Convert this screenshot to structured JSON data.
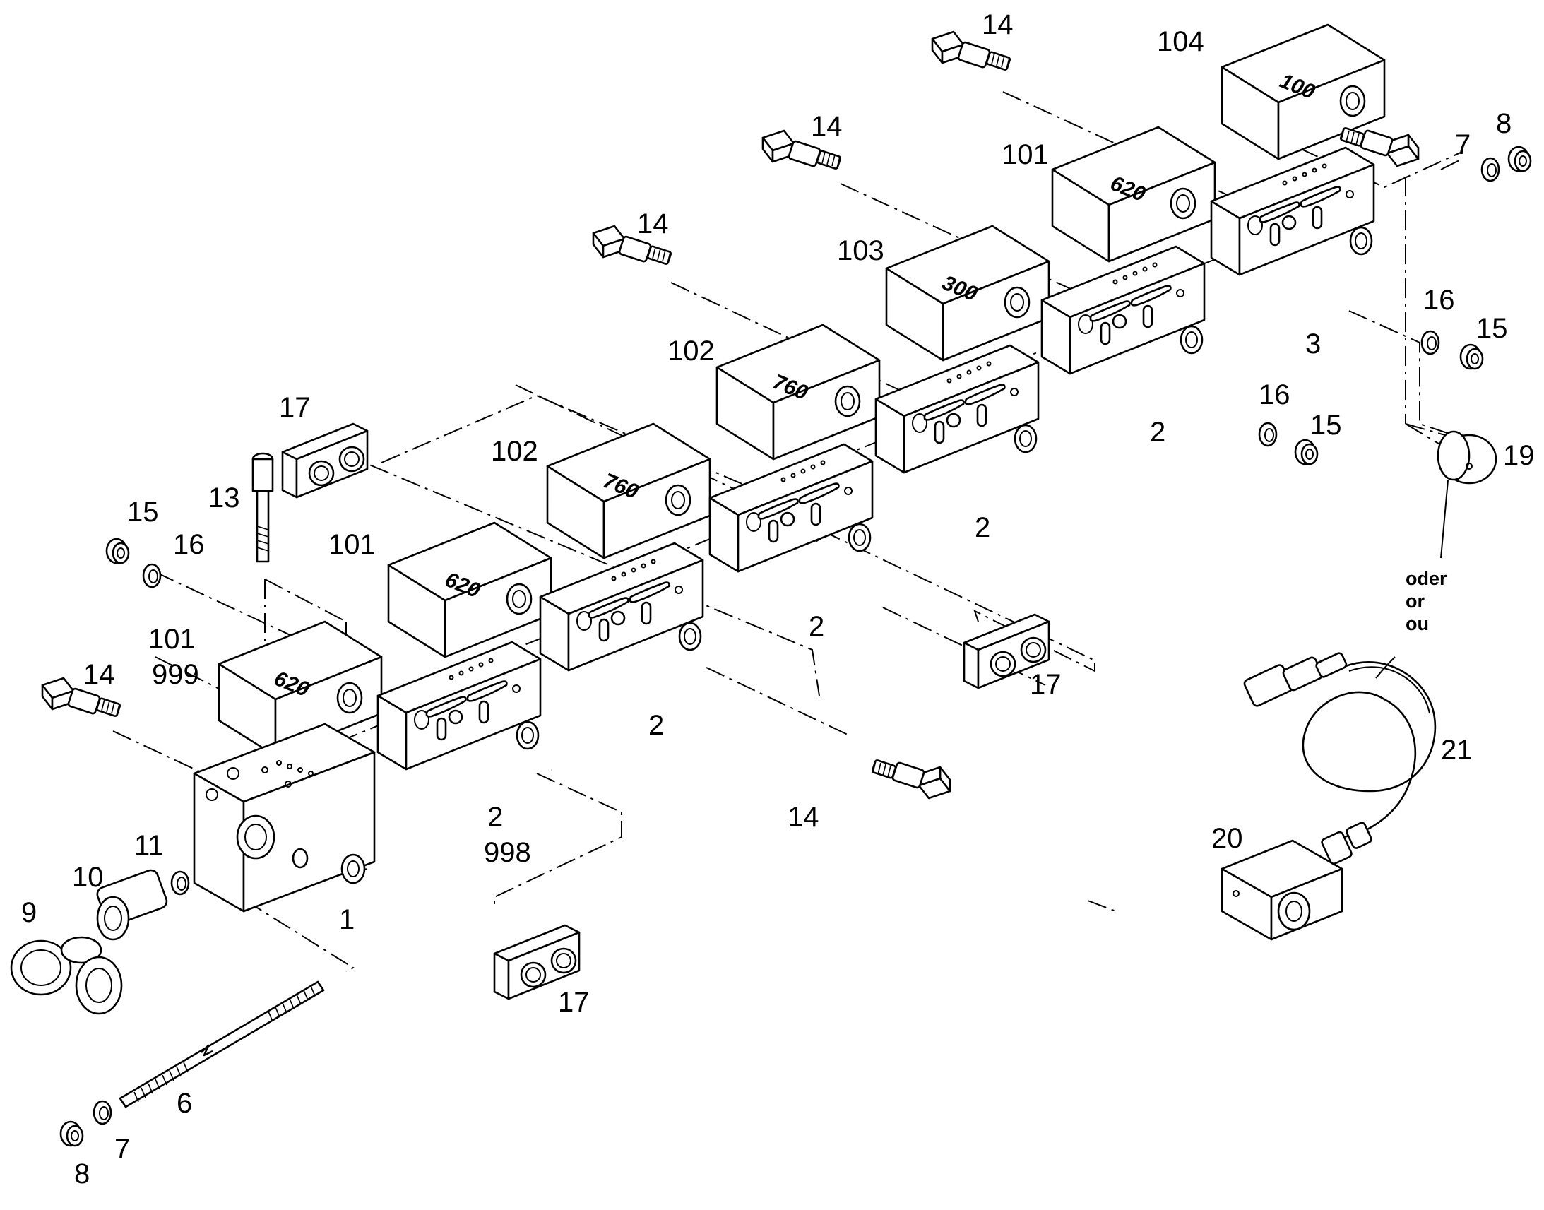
{
  "diagram": {
    "part_labels": [
      {
        "id": "l14a",
        "text": "14"
      },
      {
        "id": "l104",
        "text": "104"
      },
      {
        "id": "l8a",
        "text": "8"
      },
      {
        "id": "l7a",
        "text": "7"
      },
      {
        "id": "l14b",
        "text": "14"
      },
      {
        "id": "l101a",
        "text": "101"
      },
      {
        "id": "l14c",
        "text": "14"
      },
      {
        "id": "l103",
        "text": "103"
      },
      {
        "id": "l16a",
        "text": "16"
      },
      {
        "id": "l15a",
        "text": "15"
      },
      {
        "id": "l3",
        "text": "3"
      },
      {
        "id": "l102a",
        "text": "102"
      },
      {
        "id": "l16b",
        "text": "16"
      },
      {
        "id": "l15b",
        "text": "15"
      },
      {
        "id": "l2a",
        "text": "2"
      },
      {
        "id": "l17a",
        "text": "17"
      },
      {
        "id": "l19",
        "text": "19"
      },
      {
        "id": "l102b",
        "text": "102"
      },
      {
        "id": "l2b",
        "text": "2"
      },
      {
        "id": "l13",
        "text": "13"
      },
      {
        "id": "l15c",
        "text": "15"
      },
      {
        "id": "l16c",
        "text": "16"
      },
      {
        "id": "l101b",
        "text": "101"
      },
      {
        "id": "l2c",
        "text": "2"
      },
      {
        "id": "l101c",
        "text": "101"
      },
      {
        "id": "l999",
        "text": "999"
      },
      {
        "id": "l17b",
        "text": "17"
      },
      {
        "id": "l14d",
        "text": "14"
      },
      {
        "id": "l2d",
        "text": "2"
      },
      {
        "id": "l21",
        "text": "21"
      },
      {
        "id": "l14e",
        "text": "14"
      },
      {
        "id": "l2e",
        "text": "2"
      },
      {
        "id": "l998",
        "text": "998"
      },
      {
        "id": "l11",
        "text": "11"
      },
      {
        "id": "l20",
        "text": "20"
      },
      {
        "id": "l10",
        "text": "10"
      },
      {
        "id": "l9",
        "text": "9"
      },
      {
        "id": "l1",
        "text": "1"
      },
      {
        "id": "l17c",
        "text": "17"
      },
      {
        "id": "l6",
        "text": "6"
      },
      {
        "id": "l7b",
        "text": "7"
      },
      {
        "id": "l8b",
        "text": "8"
      }
    ],
    "alternative_labels": [
      "oder",
      "or",
      "ou"
    ],
    "module_codes": [
      {
        "id": "c100",
        "text": "100"
      },
      {
        "id": "c620a",
        "text": "620"
      },
      {
        "id": "c300",
        "text": "300"
      },
      {
        "id": "c760a",
        "text": "760"
      },
      {
        "id": "c760b",
        "text": "760"
      },
      {
        "id": "c620b",
        "text": "620"
      },
      {
        "id": "c620c",
        "text": "620"
      }
    ]
  }
}
